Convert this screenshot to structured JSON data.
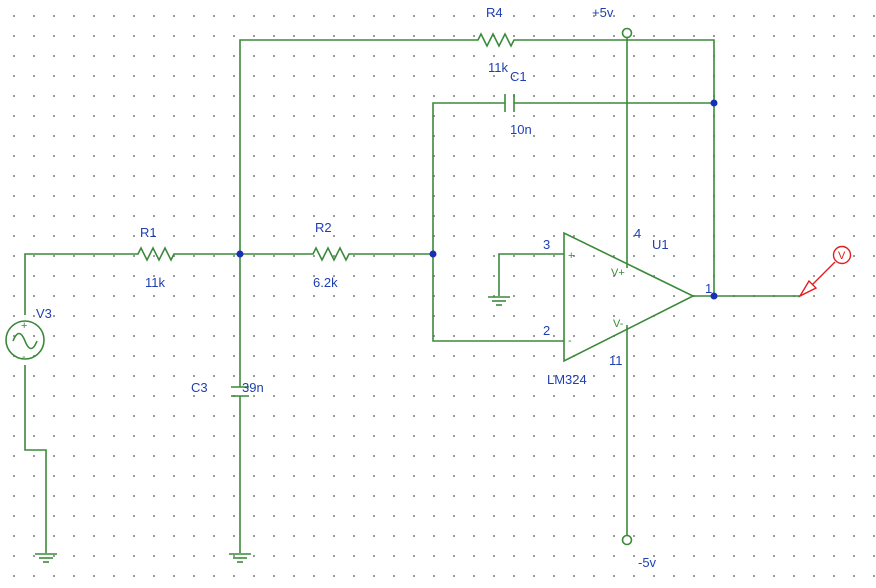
{
  "components": {
    "r1": {
      "ref": "R1",
      "value": "11k"
    },
    "r2": {
      "ref": "R2",
      "value": "6.2k"
    },
    "r4": {
      "ref": "R4",
      "value": "11k"
    },
    "c1": {
      "ref": "C1",
      "value": "10n"
    },
    "c3": {
      "ref": "C3",
      "value": "39n"
    },
    "v3": {
      "ref": "V3"
    },
    "u1": {
      "ref": "U1",
      "part": "LM324"
    }
  },
  "opamp_pins": {
    "noninv_pin": "3",
    "inv_pin": "2",
    "vpos_pin": "4",
    "vneg_pin": "11",
    "out_pin": "1",
    "vpos_label": "V+",
    "vneg_label": "V-",
    "plus_sign": "+",
    "minus_sign": "-"
  },
  "power": {
    "pos_rail": "+5v",
    "neg_rail": "-5v"
  },
  "probe": {
    "label": "V"
  },
  "source_signs": {
    "plus": "+",
    "minus": "-"
  },
  "colors": {
    "wire": "#3a8a3a",
    "label": "#1f3fb0",
    "junction": "#1a2fb8",
    "probe": "#e02020"
  }
}
